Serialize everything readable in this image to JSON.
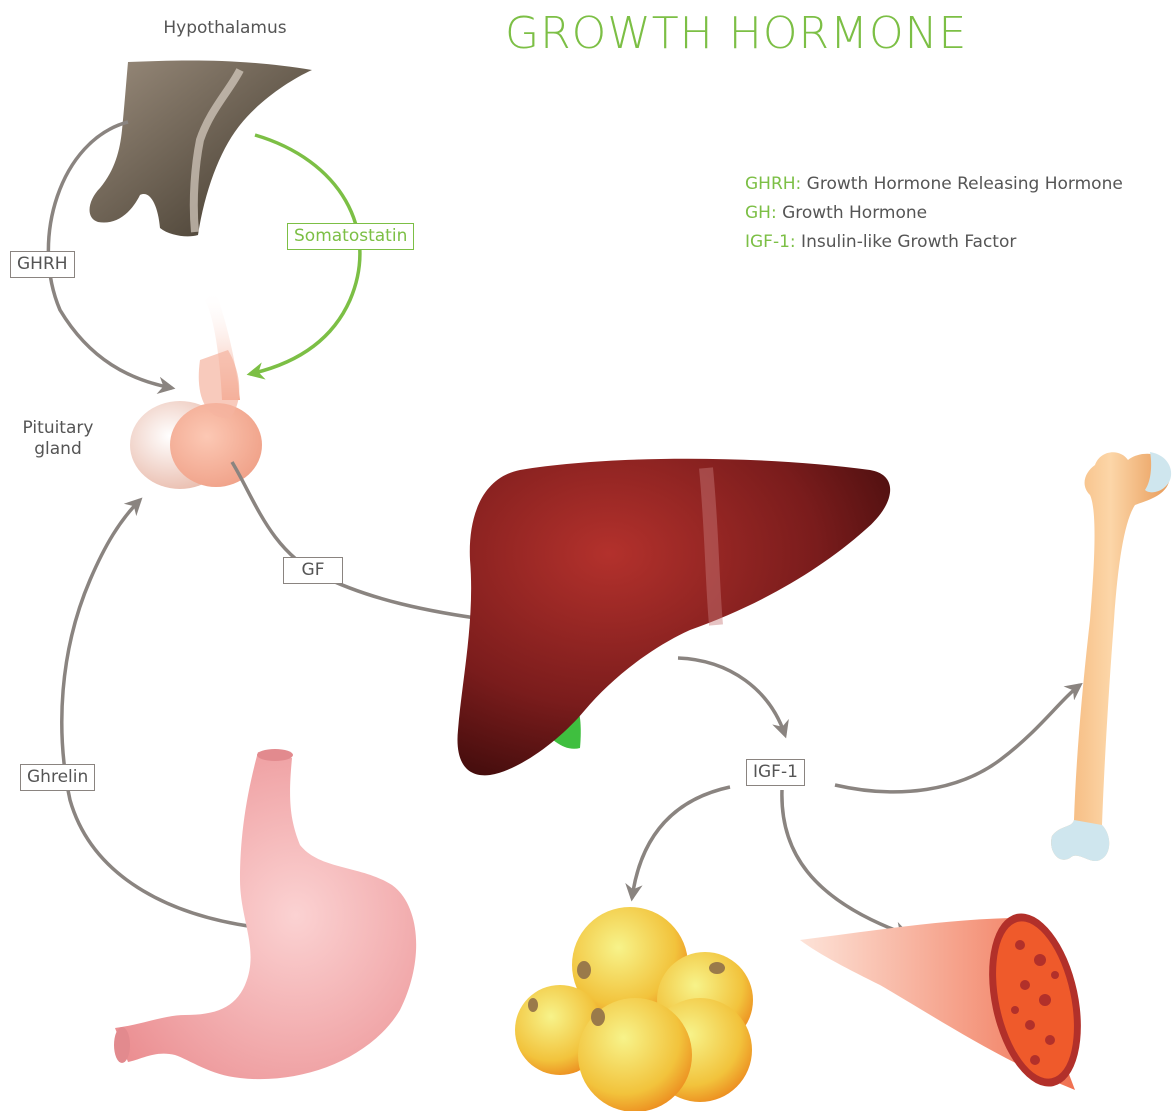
{
  "title": "GROWTH HORMONE",
  "organs": {
    "hypothalamus": "Hypothalamus",
    "pituitary_line1": "Pituitary",
    "pituitary_line2": "gland"
  },
  "hormone_labels": {
    "ghrh": "GHRH",
    "somatostatin": "Somatostatin",
    "gf": "GF",
    "ghrelin": "Ghrelin",
    "igf1": "IGF-1"
  },
  "legend": [
    {
      "abbr": "GHRH:",
      "text": " Growth Hormone Releasing Hormone"
    },
    {
      "abbr": "GH:",
      "text": " Growth Hormone"
    },
    {
      "abbr": "IGF-1:",
      "text": " Insulin-like Growth Factor"
    }
  ],
  "colors": {
    "accent_green": "#7cbf45",
    "arrow_gray": "#8a8480",
    "liver": "#7a1c1c",
    "bone": "#f7c08a",
    "stomach": "#f4a8a8"
  }
}
